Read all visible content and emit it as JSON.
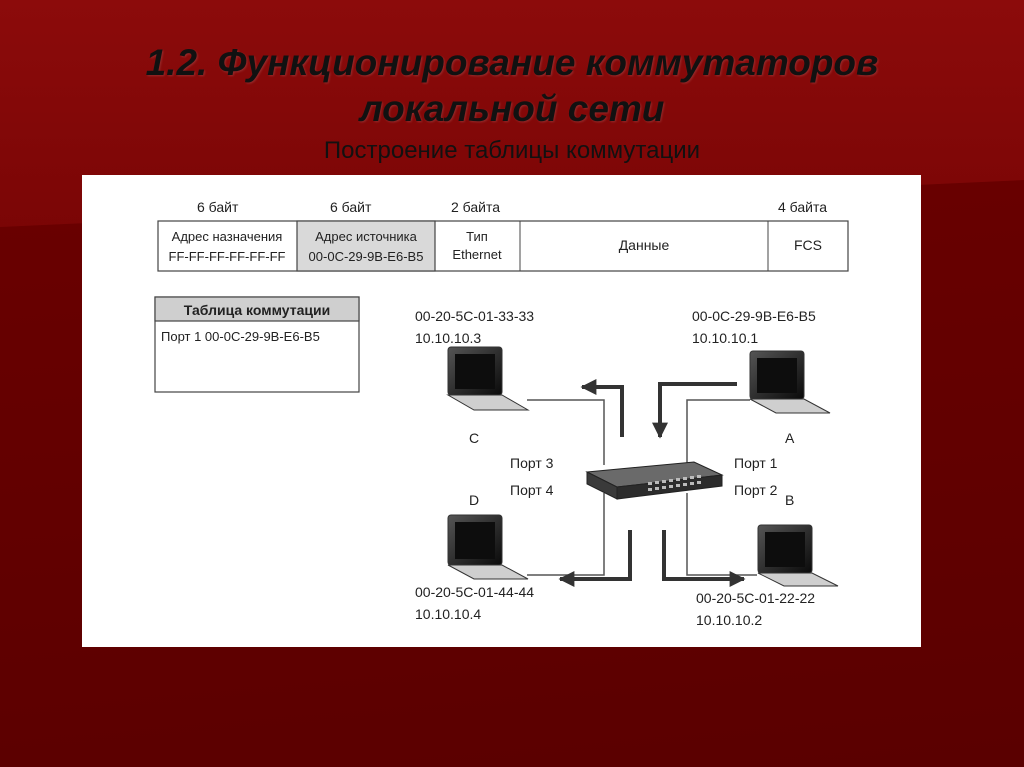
{
  "slide": {
    "title_line1": "1.2. Функционирование коммутаторов",
    "title_line2": "локальной сети",
    "subtitle": "Построение таблицы коммутации"
  },
  "frame": {
    "sizes": [
      "6 байт",
      "6 байт",
      "2 байта",
      "4 байта"
    ],
    "dest_label": "Адрес назначения",
    "dest_value": "FF-FF-FF-FF-FF-FF",
    "src_label": "Адрес источника",
    "src_value": "00-0C-29-9B-E6-B5",
    "type_label": "Тип",
    "type_value": "Ethernet",
    "data_label": "Данные",
    "fcs_label": "FCS"
  },
  "switch_table": {
    "title": "Таблица коммутации",
    "entry": "Порт 1 00-0C-29-9B-E6-B5"
  },
  "hosts": {
    "c": {
      "mac": "00-20-5C-01-33-33",
      "ip": "10.10.10.3",
      "letter": "C",
      "port": "Порт 3"
    },
    "a": {
      "mac": "00-0C-29-9B-E6-B5",
      "ip": "10.10.10.1",
      "letter": "A",
      "port": "Порт 1"
    },
    "d": {
      "mac": "00-20-5C-01-44-44",
      "ip": "10.10.10.4",
      "letter": "D",
      "port": "Порт 4"
    },
    "b": {
      "mac": "00-20-5C-01-22-22",
      "ip": "10.10.10.2",
      "letter": "B",
      "port": "Порт 2"
    }
  }
}
